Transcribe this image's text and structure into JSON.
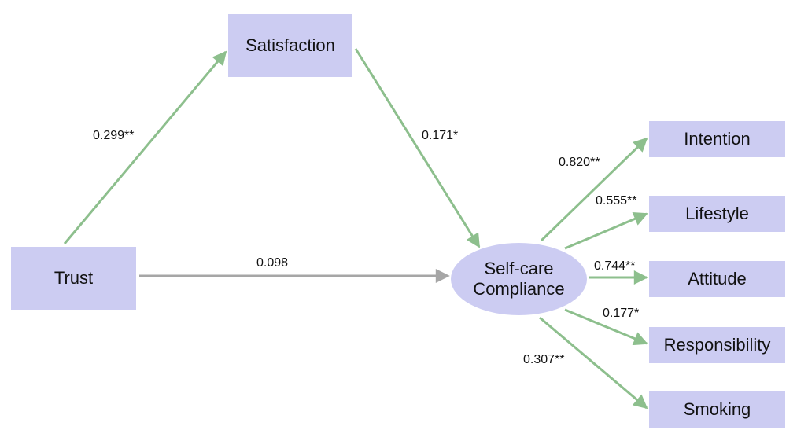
{
  "nodes": {
    "satisfaction": "Satisfaction",
    "trust": "Trust",
    "self_care_line1": "Self-care",
    "self_care_line2": "Compliance",
    "intention": "Intention",
    "lifestyle": "Lifestyle",
    "attitude": "Attitude",
    "responsibility": "Responsibility",
    "smoking": "Smoking"
  },
  "paths": {
    "trust_to_satisfaction": "0.299**",
    "satisfaction_to_selfcare": "0.171*",
    "trust_to_selfcare": "0.098",
    "selfcare_to_intention": "0.820**",
    "selfcare_to_lifestyle": "0.555**",
    "selfcare_to_attitude": "0.744**",
    "selfcare_to_responsibility": "0.177*",
    "selfcare_to_smoking": "0.307**"
  },
  "colors": {
    "node_fill": "#ccccf2",
    "significant_arrow": "#8dbf8d",
    "nonsignificant_arrow": "#a6a6a6"
  }
}
